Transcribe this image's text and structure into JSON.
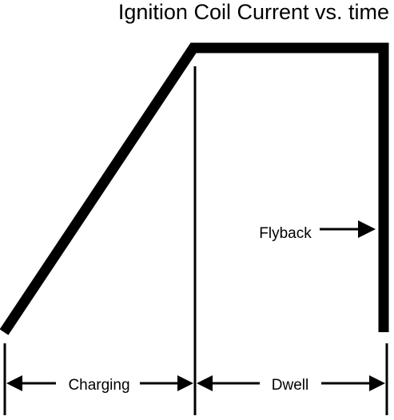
{
  "title": "Ignition Coil Current vs. time",
  "labels": {
    "charging": "Charging",
    "dwell": "Dwell",
    "flyback": "Flyback"
  },
  "colors": {
    "line": "#000000",
    "background": "#ffffff"
  }
}
